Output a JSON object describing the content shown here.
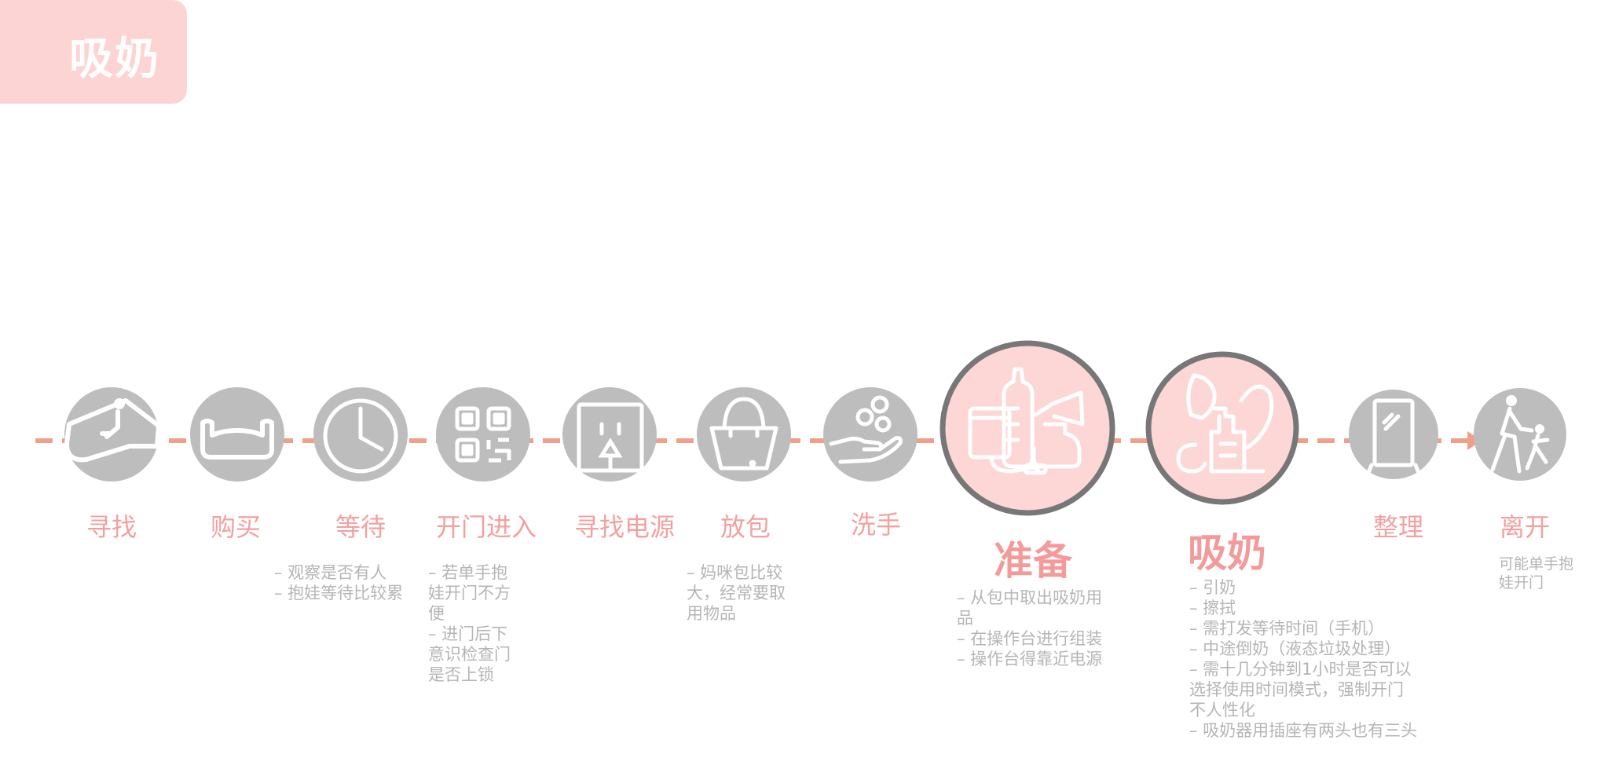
{
  "title": "吸奶",
  "colors": {
    "accent": "#f3a0a0",
    "dash": "#f0a088",
    "circle": "#bdbdbd",
    "highlight": "#fdd6d6",
    "ring": "#777777"
  },
  "steps": [
    {
      "label": "寻找",
      "icon": "escalator-icon",
      "notes": []
    },
    {
      "label": "购买",
      "icon": "sofa-icon",
      "notes": []
    },
    {
      "label": "等待",
      "icon": "clock-icon",
      "notes": [
        "– 观察是否有人",
        "– 抱娃等待比较累"
      ]
    },
    {
      "label": "开门进入",
      "icon": "qr-code-icon",
      "notes": [
        "– 若单手抱",
        "娃开门不方",
        "便",
        "– 进门后下",
        "意识检查门",
        "是否上锁"
      ]
    },
    {
      "label": "寻找电源",
      "icon": "power-socket-icon",
      "notes": []
    },
    {
      "label": "放包",
      "icon": "bag-icon",
      "notes": [
        "– 妈咪包比较",
        "大，经常要取",
        "用物品"
      ]
    },
    {
      "label": "洗手",
      "icon": "hand-wash-icon",
      "notes": []
    },
    {
      "label": "准备",
      "icon": "bottle-pump-icon",
      "notes": [
        "– 从包中取出吸奶用",
        "品",
        "– 在操作台进行组装",
        "– 操作台得靠近电源"
      ]
    },
    {
      "label": "吸奶",
      "icon": "breast-pump-icon",
      "notes": [
        "– 引奶",
        "– 擦拭",
        "– 需打发等待时间（手机）",
        "– 中途倒奶（液态垃圾处理）",
        "– 需十几分钟到1小时是否可以",
        "选择使用时间模式，强制开门",
        "不人性化",
        "– 吸奶器用插座有两头也有三头"
      ]
    },
    {
      "label": "整理",
      "icon": "mirror-icon",
      "notes": []
    },
    {
      "label": "离开",
      "icon": "walking-with-child-icon",
      "notes": [
        "可能单手抱",
        "娃开门"
      ]
    }
  ]
}
